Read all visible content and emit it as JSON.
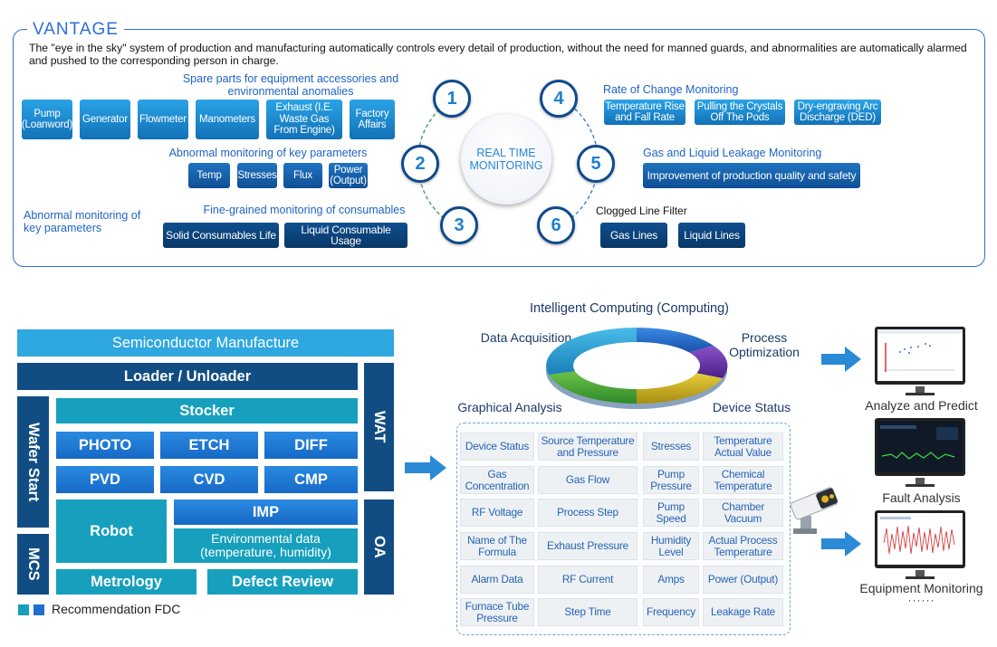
{
  "vantage": {
    "title": "VANTAGE",
    "description": "The \"eye in the sky\" system of production and manufacturing automatically controls every detail of production, without the need for manned guards, and abnormalities are automatically alarmed and pushed to the corresponding person in charge.",
    "spare_parts_title": "Spare parts for equipment accessories and environmental anomalies",
    "spare_parts": [
      "Pump (Loanword)",
      "Generator",
      "Flowmeter",
      "Manometers",
      "Exhaust (I.E. Waste Gas From Engine)",
      "Factory Affairs"
    ],
    "abnormal_title": "Abnormal monitoring of key parameters",
    "abnormal_params": [
      "Temp",
      "Stresses",
      "Flux",
      "Power (Output)"
    ],
    "left_label": "Abnormal monitoring of key parameters",
    "consumables_title": "Fine-grained monitoring of consumables",
    "consumables": [
      "Solid Consumables Life",
      "Liquid Consumable Usage"
    ],
    "center": "REAL TIME MONITORING",
    "numbers": [
      "1",
      "2",
      "3",
      "4",
      "5",
      "6"
    ],
    "rate_title": "Rate of Change Monitoring",
    "rate_items": [
      "Temperature Rise and Fall Rate",
      "Pulling the Crystals Off The Pods",
      "Dry-engraving Arc Discharge (DED)"
    ],
    "leak_title": "Gas and Liquid Leakage Monitoring",
    "leak_item": "Improvement of production quality and safety",
    "filter_title": "Clogged Line Filter",
    "filter_items": [
      "Gas Lines",
      "Liquid Lines"
    ]
  },
  "fab": {
    "header": "Semiconductor Manufacture",
    "loader": "Loader / Unloader",
    "wat": "WAT",
    "wafer_start": "Wafer Start",
    "mcs": "MCS",
    "stocker": "Stocker",
    "row1": [
      "PHOTO",
      "ETCH",
      "DIFF"
    ],
    "row2": [
      "PVD",
      "CVD",
      "CMP"
    ],
    "robot": "Robot",
    "imp": "IMP",
    "env": "Environmental data (temperature, humidity)",
    "oa": "OA",
    "metrology": "Metrology",
    "defect": "Defect Review",
    "legend": "Recommendation FDC",
    "legend_colors": [
      "#16a0bd",
      "#1f6fd0"
    ]
  },
  "computing": {
    "title": "Intelligent Computing (Computing)",
    "data_acquisition": "Data Acquisition",
    "process_optimization": "Process Optimization",
    "graphical_analysis": "Graphical Analysis",
    "device_status": "Device Status",
    "ring_colors": [
      "#1f63c8",
      "#5a2d9c",
      "#c4a822",
      "#4aa83c",
      "#2aa0d6"
    ]
  },
  "grid": [
    [
      "Device Status",
      "Source Temperature and Pressure",
      "Stresses",
      "Temperature Actual Value"
    ],
    [
      "Gas Concentration",
      "Gas Flow",
      "Pump Pressure",
      "Chemical Temperature"
    ],
    [
      "RF Voltage",
      "Process Step",
      "Pump Speed",
      "Chamber Vacuum"
    ],
    [
      "Name of The Formula",
      "Exhaust Pressure",
      "Humidity Level",
      "Actual Process Temperature"
    ],
    [
      "Alarm Data",
      "RF Current",
      "Amps",
      "Power (Output)"
    ],
    [
      "Furnace Tube Pressure",
      "Step Time",
      "Frequency",
      "Leakage Rate"
    ]
  ],
  "outputs": {
    "analyze": "Analyze and Predict",
    "fault": "Fault Analysis",
    "equipment": "Equipment Monitoring",
    "more": "······"
  }
}
